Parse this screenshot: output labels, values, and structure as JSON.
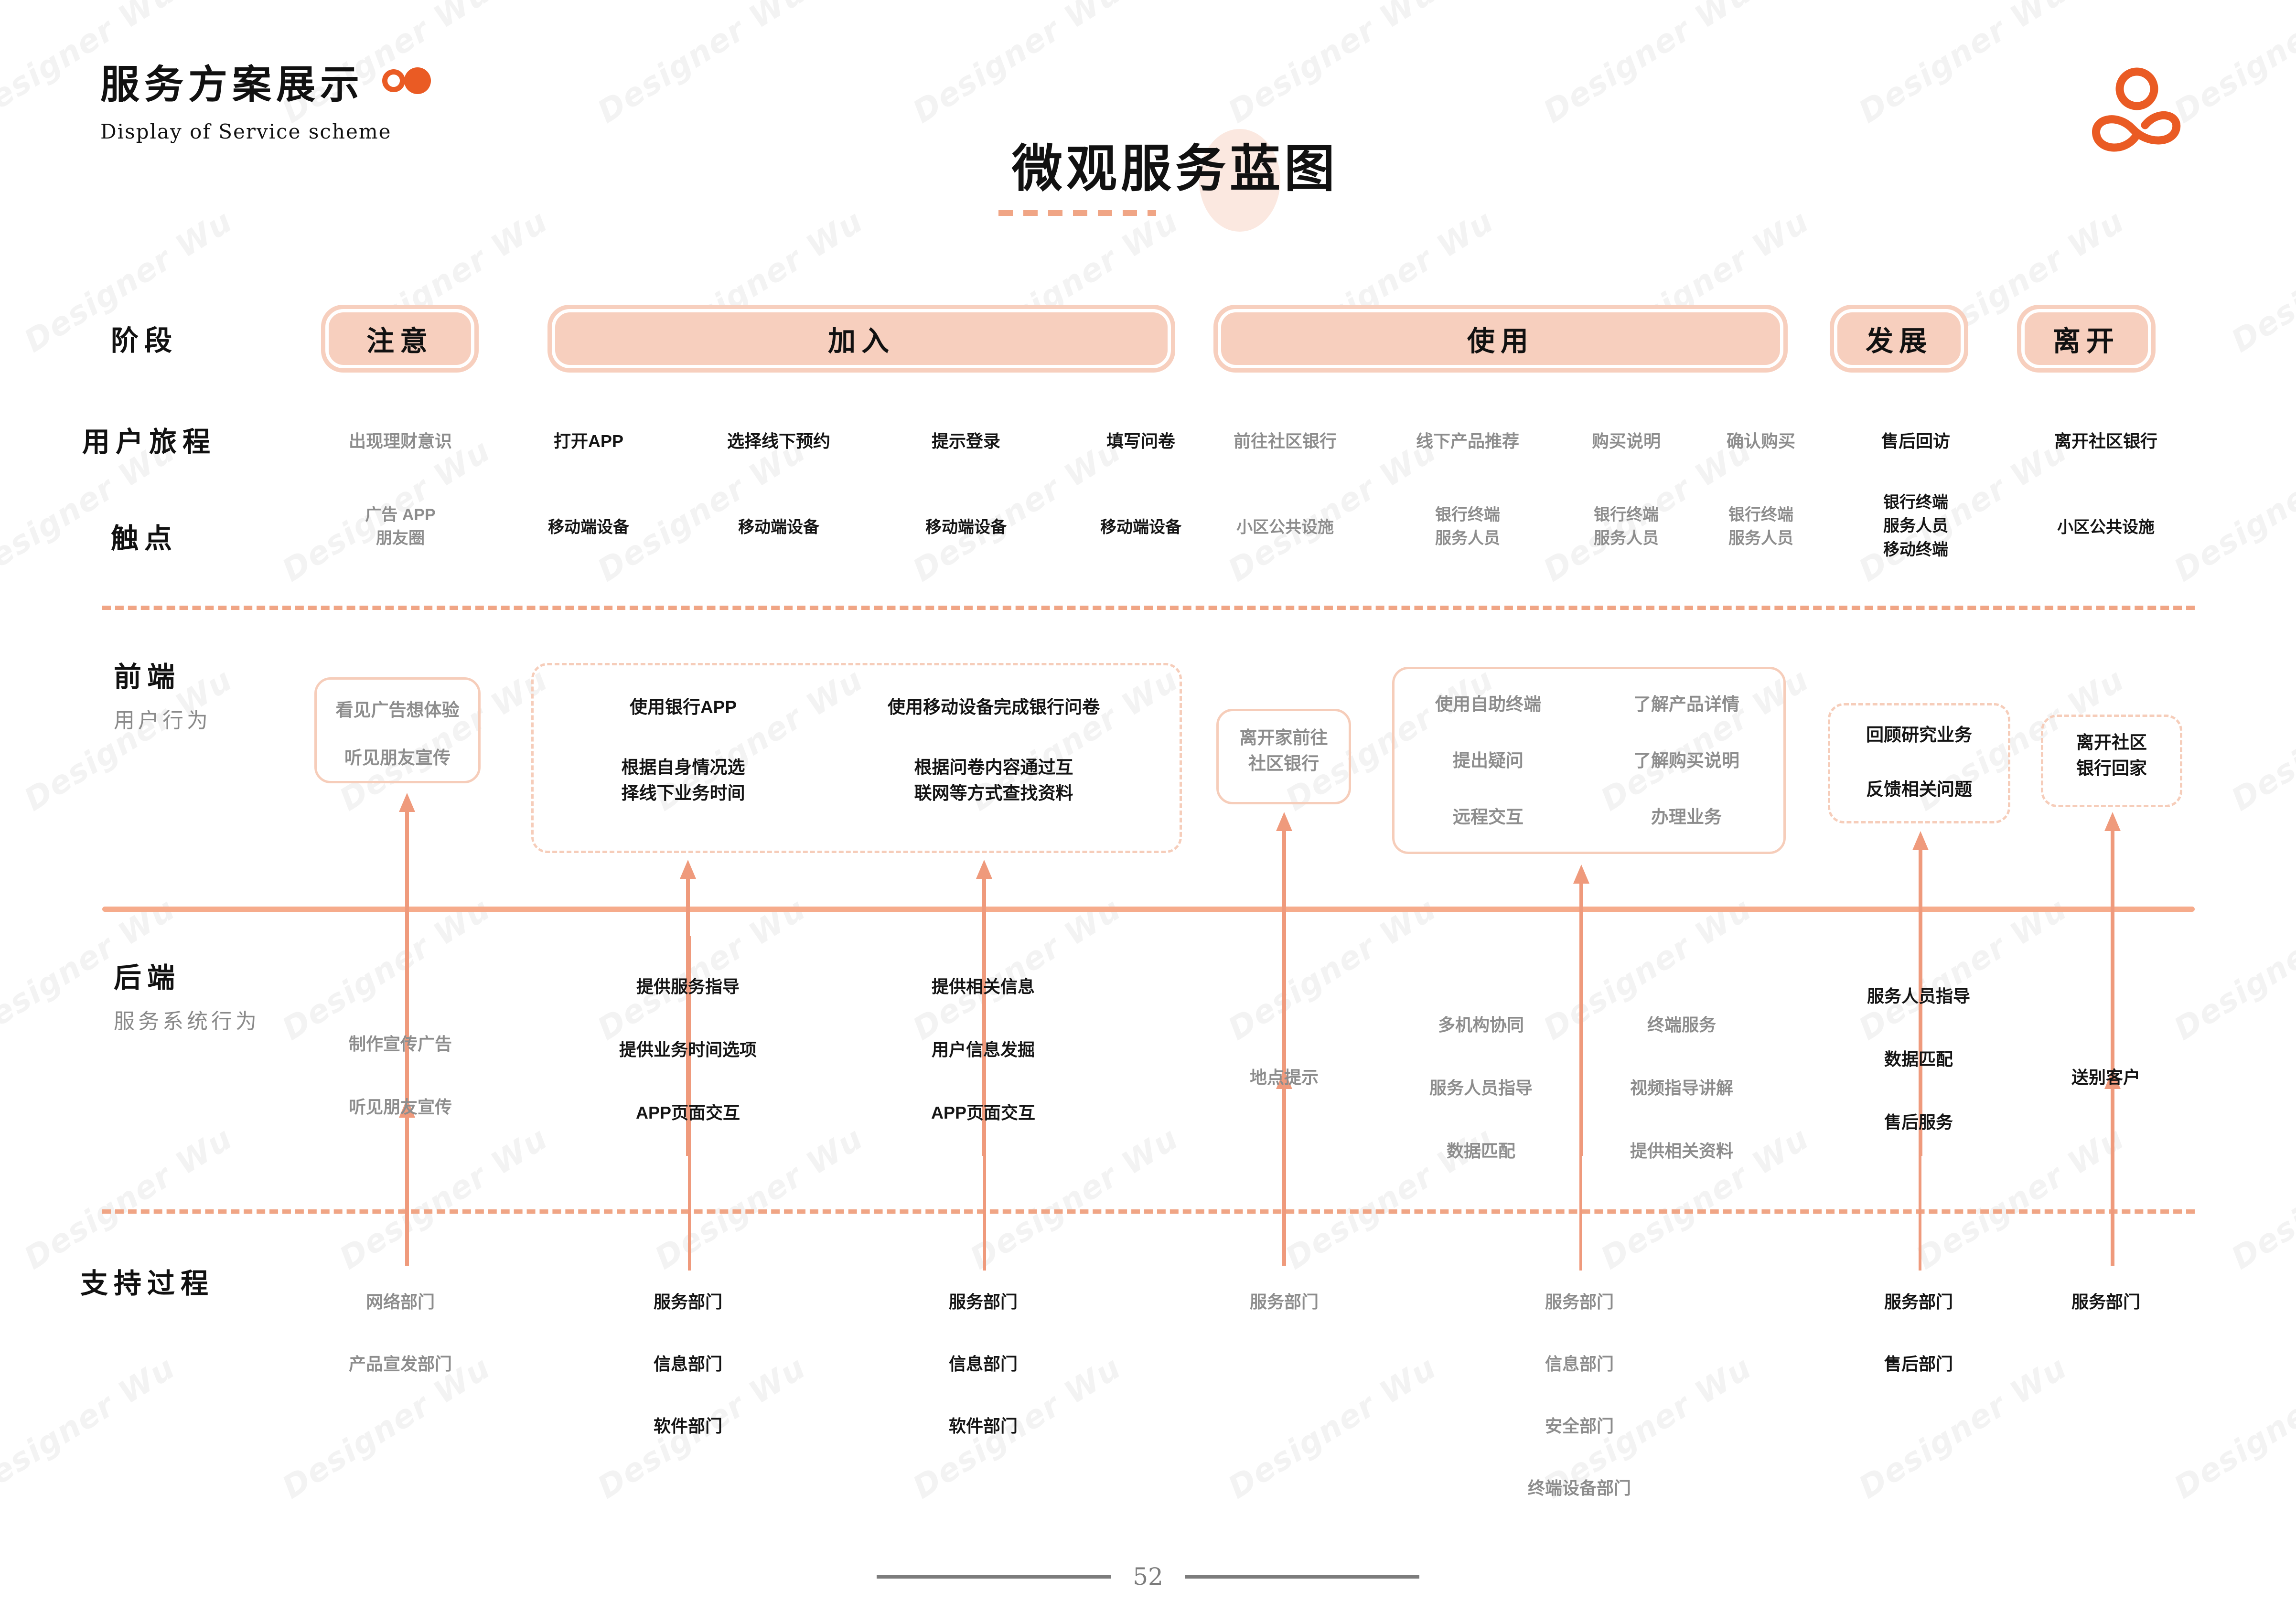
{
  "header": {
    "title_cn": "服务方案展示",
    "title_en": "Display of Service scheme",
    "main_title": "微观服务蓝图",
    "logo_name": "circle-infinity-logo",
    "accent": "#ea5b24",
    "pill_fill": "#f7cfbe",
    "line_color": "#ef9a7c"
  },
  "rows": {
    "stage": {
      "label": "阶段"
    },
    "journey": {
      "label": "用户旅程"
    },
    "touchpoint": {
      "label": "触点"
    },
    "frontend": {
      "label": "前端",
      "sub": "用户行为"
    },
    "backend": {
      "label": "后端",
      "sub": "服务系统行为"
    },
    "support": {
      "label": "支持过程"
    }
  },
  "stages": [
    {
      "name": "注意"
    },
    {
      "name": "加入"
    },
    {
      "name": "使用"
    },
    {
      "name": "发展"
    },
    {
      "name": "离开"
    }
  ],
  "journey": [
    {
      "text": "出现理财意识",
      "tone": "dim"
    },
    {
      "text": "打开APP",
      "tone": "dark"
    },
    {
      "text": "选择线下预约",
      "tone": "dark"
    },
    {
      "text": "提示登录",
      "tone": "dark"
    },
    {
      "text": "填写问卷",
      "tone": "dark"
    },
    {
      "text": "前往社区银行",
      "tone": "dim"
    },
    {
      "text": "线下产品推荐",
      "tone": "dim"
    },
    {
      "text": "购买说明",
      "tone": "dim"
    },
    {
      "text": "确认购买",
      "tone": "dim"
    },
    {
      "text": "售后回访",
      "tone": "dark"
    },
    {
      "text": "离开社区银行",
      "tone": "dark"
    }
  ],
  "touchpoints": [
    {
      "lines": "广告 APP\n朋友圈",
      "tone": "dim"
    },
    {
      "lines": "移动端设备",
      "tone": "dark"
    },
    {
      "lines": "移动端设备",
      "tone": "dark"
    },
    {
      "lines": "移动端设备",
      "tone": "dark"
    },
    {
      "lines": "移动端设备",
      "tone": "dark"
    },
    {
      "lines": "小区公共设施",
      "tone": "dim"
    },
    {
      "lines": "银行终端\n服务人员",
      "tone": "dim"
    },
    {
      "lines": "银行终端\n服务人员",
      "tone": "dim"
    },
    {
      "lines": "银行终端\n服务人员",
      "tone": "dim"
    },
    {
      "lines": "银行终端\n服务人员\n移动终端",
      "tone": "dark"
    },
    {
      "lines": "小区公共设施",
      "tone": "dark"
    }
  ],
  "frontend": {
    "box_attention": {
      "border": "solid",
      "items": [
        "看见广告想体验",
        "听见朋友宣传"
      ],
      "tone": "dim"
    },
    "box_join": {
      "border": "dashed",
      "col_a": [
        "使用银行APP",
        "根据自身情况选\n择线下业务时间"
      ],
      "col_b": [
        "使用移动设备完成银行问卷",
        "根据问卷内容通过互\n联网等方式查找资料"
      ],
      "tone": "dark"
    },
    "box_goto": {
      "border": "solid",
      "items": [
        "离开家前往\n社区银行"
      ],
      "tone": "dim"
    },
    "box_use": {
      "border": "solid",
      "col_a": [
        "使用自助终端",
        "提出疑问",
        "远程交互"
      ],
      "col_b": [
        "了解产品详情",
        "了解购买说明",
        "办理业务"
      ],
      "tone": "dim"
    },
    "box_develop": {
      "border": "dashed",
      "items": [
        "回顾研究业务",
        "反馈相关问题"
      ],
      "tone": "dark"
    },
    "box_leave": {
      "border": "dashed",
      "items": [
        "离开社区\n银行回家"
      ],
      "tone": "dark"
    }
  },
  "backend": [
    {
      "items": [
        "制作宣传广告",
        "听见朋友宣传"
      ],
      "tone": "dim"
    },
    {
      "items": [
        "提供服务指导",
        "提供业务时间选项",
        "APP页面交互"
      ],
      "tone": "dark"
    },
    {
      "items": [
        "提供相关信息",
        "用户信息发掘",
        "APP页面交互"
      ],
      "tone": "dark"
    },
    {
      "items": [
        "地点提示"
      ],
      "tone": "dim"
    },
    {
      "items": [
        "多机构协同",
        "服务人员指导",
        "数据匹配"
      ],
      "tone": "dim"
    },
    {
      "items": [
        "终端服务",
        "视频指导讲解",
        "提供相关资料"
      ],
      "tone": "dim"
    },
    {
      "items": [
        "服务人员指导",
        "数据匹配",
        "售后服务"
      ],
      "tone": "dark"
    },
    {
      "items": [
        "送别客户"
      ],
      "tone": "dark"
    }
  ],
  "support": [
    {
      "items": [
        "网络部门",
        "产品宣发部门"
      ],
      "tone": "dim"
    },
    {
      "items": [
        "服务部门",
        "信息部门",
        "软件部门"
      ],
      "tone": "dark"
    },
    {
      "items": [
        "服务部门",
        "信息部门",
        "软件部门"
      ],
      "tone": "dark"
    },
    {
      "items": [
        "服务部门"
      ],
      "tone": "dim"
    },
    {
      "items": [
        "服务部门",
        "信息部门",
        "安全部门",
        "终端设备部门"
      ],
      "tone": "dim"
    },
    {
      "items": [
        "服务部门",
        "售后部门"
      ],
      "tone": "dark"
    },
    {
      "items": [
        "服务部门"
      ],
      "tone": "dark"
    }
  ],
  "footer": {
    "page_number": "52"
  },
  "watermark": {
    "text": "Designer Wu"
  }
}
